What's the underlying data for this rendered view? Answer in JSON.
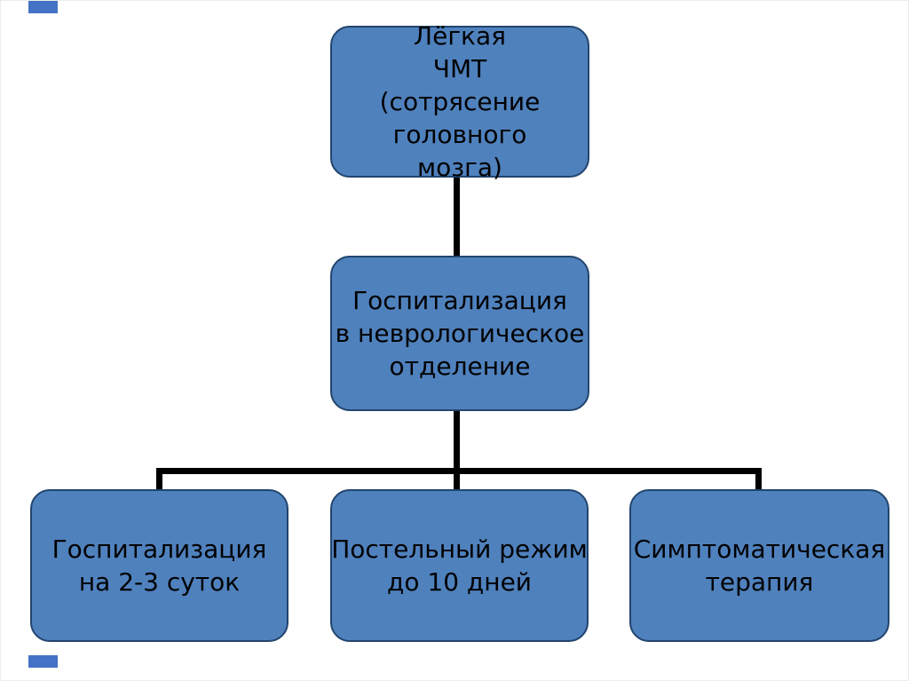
{
  "slide": {
    "background": "#ffffff",
    "node_fill": "#4f81bd",
    "node_border": "#22456e",
    "connector_color": "#000000",
    "decoration_color": "#4472c4"
  },
  "diagram": {
    "type": "flowchart",
    "nodes": {
      "root": {
        "label": "Лёгкая ЧМТ (сотрясение головного мозга)",
        "lines": [
          "Лёгкая",
          "ЧМТ",
          "(сотрясение",
          "головного",
          "мозга)"
        ]
      },
      "hospital": {
        "label": "Госпитализация в неврологическое отделение",
        "lines": [
          "Госпитализация",
          "в неврологическое",
          "отделение"
        ]
      },
      "stay": {
        "label": "Госпитализация на 2-3 суток",
        "lines": [
          "Госпитализация",
          "на 2-3 суток"
        ]
      },
      "bedrest": {
        "label": "Постельный режим до 10 дней",
        "lines": [
          "Постельный режим",
          "до 10 дней"
        ]
      },
      "therapy": {
        "label": "Симптоматическая терапия",
        "lines": [
          "Симптоматическая",
          "терапия"
        ]
      }
    },
    "edges": [
      [
        "root",
        "hospital"
      ],
      [
        "hospital",
        "stay"
      ],
      [
        "hospital",
        "bedrest"
      ],
      [
        "hospital",
        "therapy"
      ]
    ]
  }
}
